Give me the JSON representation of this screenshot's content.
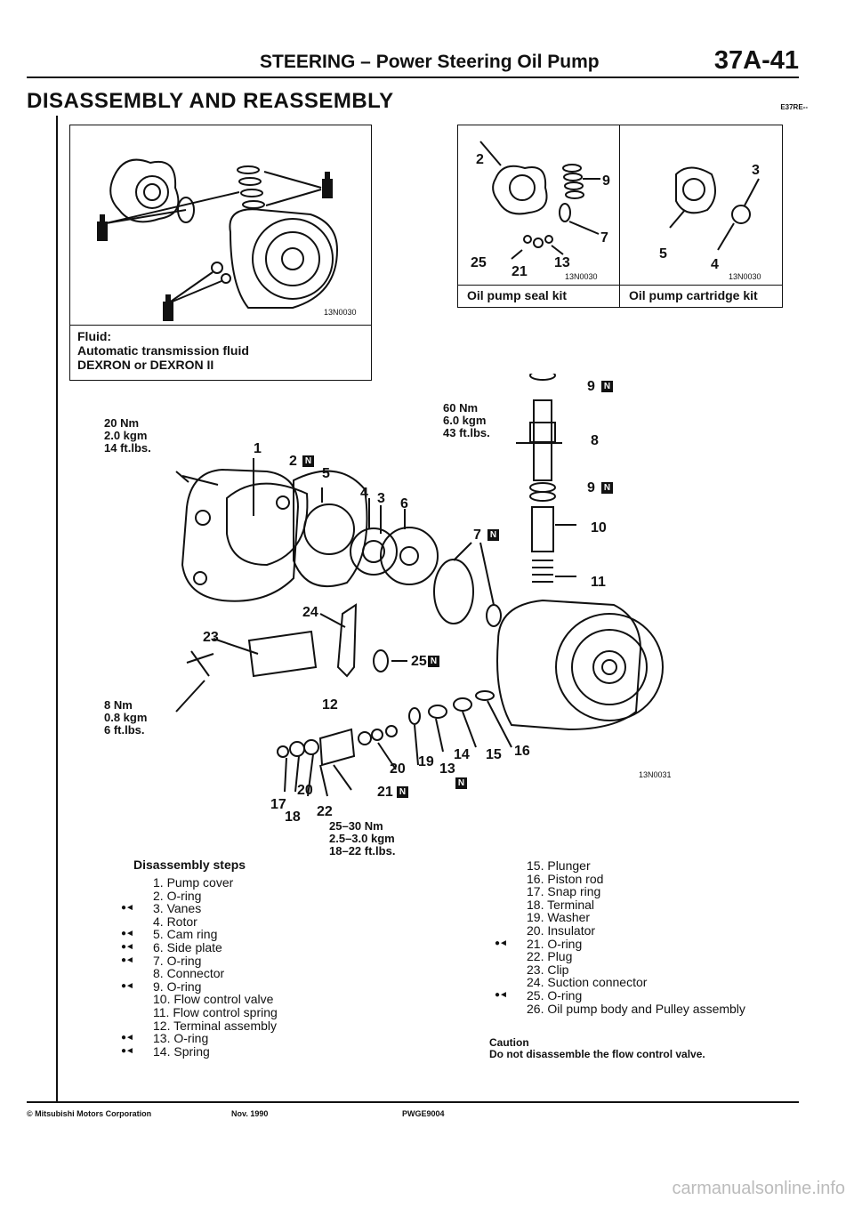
{
  "header": {
    "title": "STEERING – Power Steering Oil Pump",
    "page": "37A-41"
  },
  "section_title": "DISASSEMBLY AND REASSEMBLY",
  "section_code": "E37RE--",
  "fig_top_left": {
    "code": "13N0030",
    "fluid_label": "Fluid:",
    "fluid_line1": "Automatic transmission fluid",
    "fluid_line2": "DEXRON or DEXRON II"
  },
  "seal_kit": {
    "caption": "Oil pump seal kit",
    "code": "13N0030",
    "labels": [
      "2",
      "9",
      "7",
      "25",
      "21",
      "13"
    ]
  },
  "cartridge_kit": {
    "caption": "Oil pump cartridge kit",
    "code": "13N0030",
    "labels": [
      "3",
      "5",
      "4"
    ]
  },
  "main_fig": {
    "code": "13N0031",
    "torque_a": {
      "l1": "20 Nm",
      "l2": "2.0 kgm",
      "l3": "14 ft.lbs."
    },
    "torque_b": {
      "l1": "60 Nm",
      "l2": "6.0 kgm",
      "l3": "43 ft.lbs."
    },
    "torque_c": {
      "l1": "8 Nm",
      "l2": "0.8 kgm",
      "l3": "6 ft.lbs."
    },
    "torque_d": {
      "l1": "25–30 Nm",
      "l2": "2.5–3.0 kgm",
      "l3": "18–22 ft.lbs."
    },
    "callouts": [
      "1",
      "2",
      "5",
      "4",
      "3",
      "6",
      "9",
      "8",
      "9",
      "7",
      "10",
      "11",
      "24",
      "23",
      "25",
      "12",
      "20",
      "19",
      "13",
      "14",
      "15",
      "16",
      "21",
      "17",
      "20",
      "18",
      "22"
    ],
    "n_mark": "N"
  },
  "steps": {
    "title": "Disassembly steps",
    "marker": "●◄",
    "left": [
      {
        "t": "1. Pump cover",
        "m": false
      },
      {
        "t": "2. O-ring",
        "m": false
      },
      {
        "t": "3. Vanes",
        "m": true
      },
      {
        "t": "4. Rotor",
        "m": false
      },
      {
        "t": "5. Cam ring",
        "m": true
      },
      {
        "t": "6. Side plate",
        "m": true
      },
      {
        "t": "7. O-ring",
        "m": true
      },
      {
        "t": "8. Connector",
        "m": false
      },
      {
        "t": "9. O-ring",
        "m": true
      },
      {
        "t": "10. Flow control valve",
        "m": false
      },
      {
        "t": "11. Flow control spring",
        "m": false
      },
      {
        "t": "12. Terminal assembly",
        "m": false
      },
      {
        "t": "13. O-ring",
        "m": true
      },
      {
        "t": "14. Spring",
        "m": true
      }
    ],
    "right": [
      {
        "t": "15. Plunger",
        "m": false
      },
      {
        "t": "16. Piston rod",
        "m": false
      },
      {
        "t": "17. Snap ring",
        "m": false
      },
      {
        "t": "18. Terminal",
        "m": false
      },
      {
        "t": "19. Washer",
        "m": false
      },
      {
        "t": "20. Insulator",
        "m": false
      },
      {
        "t": "21. O-ring",
        "m": true
      },
      {
        "t": "22. Plug",
        "m": false
      },
      {
        "t": "23. Clip",
        "m": false
      },
      {
        "t": "24. Suction connector",
        "m": false
      },
      {
        "t": "25. O-ring",
        "m": true
      },
      {
        "t": "26. Oil pump body and Pulley assembly",
        "m": false
      }
    ]
  },
  "caution": {
    "title": "Caution",
    "text": "Do not disassemble the flow control valve."
  },
  "footer": {
    "copyright": "© Mitsubishi Motors Corporation",
    "date": "Nov. 1990",
    "doc": "PWGE9004"
  },
  "watermark": "carmanualsonline.info"
}
